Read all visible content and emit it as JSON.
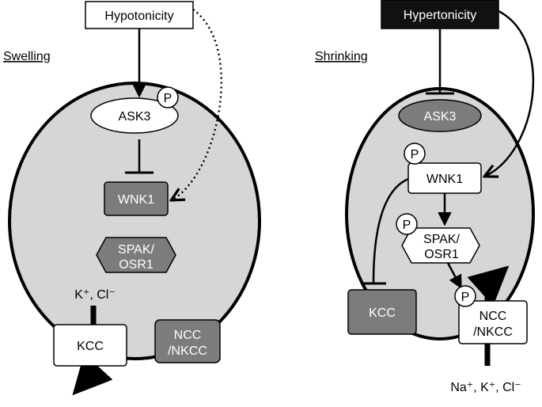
{
  "left": {
    "state_label": "Swelling",
    "stimulus": "Hypotonicity",
    "ask3": "ASK3",
    "wnk1": "WNK1",
    "spak_line1": "SPAK/",
    "spak_line2": "OSR1",
    "kcc": "KCC",
    "ncc_line1": "NCC",
    "ncc_line2": "/NKCC",
    "ions": "K⁺, Cl⁻",
    "phospho": "P"
  },
  "right": {
    "state_label": "Shrinking",
    "stimulus": "Hypertonicity",
    "ask3": "ASK3",
    "wnk1": "WNK1",
    "spak_line1": "SPAK/",
    "spak_line2": "OSR1",
    "kcc": "KCC",
    "ncc_line1": "NCC",
    "ncc_line2": "/NKCC",
    "ions": "Na⁺, K⁺, Cl⁻",
    "phospho": "P"
  },
  "colors": {
    "cell_fill": "#d6d6d6",
    "inactive_fill": "#7c7c7c",
    "active_fill": "#ffffff",
    "stimulus_dark": "#111111"
  }
}
